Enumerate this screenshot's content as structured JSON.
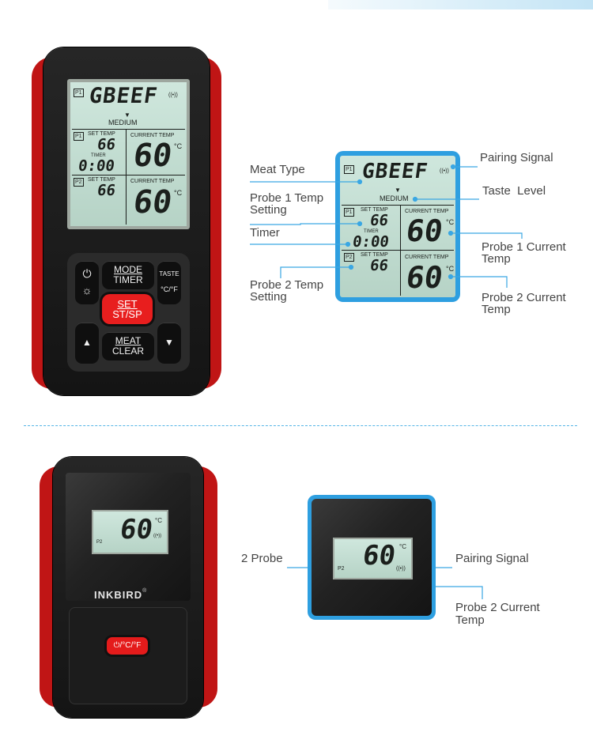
{
  "top_device": {
    "lcd": {
      "probe_box": "P1",
      "meat_type": "GBEEF",
      "taste": "MEDIUM",
      "p1_box": "P1",
      "p2_box": "P2",
      "set_temp_label": "SET  TEMP",
      "current_temp_label": "CURRENT TEMP",
      "timer_label": "TIMER",
      "p1_set_temp": "66",
      "timer_value": "0:00",
      "p1_current": "60",
      "p2_set_temp": "66",
      "p2_current": "60",
      "unit": "°C"
    },
    "keys": {
      "mode_line1": "MODE",
      "mode_line2": "TIMER",
      "taste": "TASTE",
      "unit_toggle": "°C/°F",
      "set_line1": "SET",
      "set_line2": "ST/SP",
      "meat_line1": "MEAT",
      "meat_line2": "CLEAR",
      "power_glyph": "⏻",
      "light_glyph": "☼",
      "up_glyph": "▲",
      "down_glyph": "▼"
    }
  },
  "top_callouts": {
    "meat_type": "Meat Type",
    "probe1_set_l1": "Probe 1 Temp",
    "probe1_set_l2": "Setting",
    "timer": "Timer",
    "probe2_set_l1": "Probe 2 Temp",
    "probe2_set_l2": "Setting",
    "pairing_signal": "Pairing Signal",
    "taste_level": "Taste  Level",
    "probe1_current_l1": "Probe 1 Current",
    "probe1_current_l2": "Temp",
    "probe2_current_l1": "Probe 2 Current",
    "probe2_current_l2": "Temp"
  },
  "bottom_device": {
    "lcd_temp": "60",
    "lcd_unit": "°C",
    "lcd_probe": "P2",
    "signal_glyph": "((•))",
    "brand": "INKBIRD",
    "brand_mark": "®",
    "button_label": "⏻/°C/°F"
  },
  "bottom_callouts": {
    "two_probe": "2 Probe",
    "pairing_signal": "Pairing Signal",
    "probe2_current_l1": "Probe 2 Current",
    "probe2_current_l2": "Temp"
  },
  "colors": {
    "accent_blue": "#2e9fe0",
    "callout_line": "#3aa7e3",
    "device_red": "#c01515",
    "button_red": "#e81e1e",
    "lcd_green": "#c2ddd1"
  }
}
